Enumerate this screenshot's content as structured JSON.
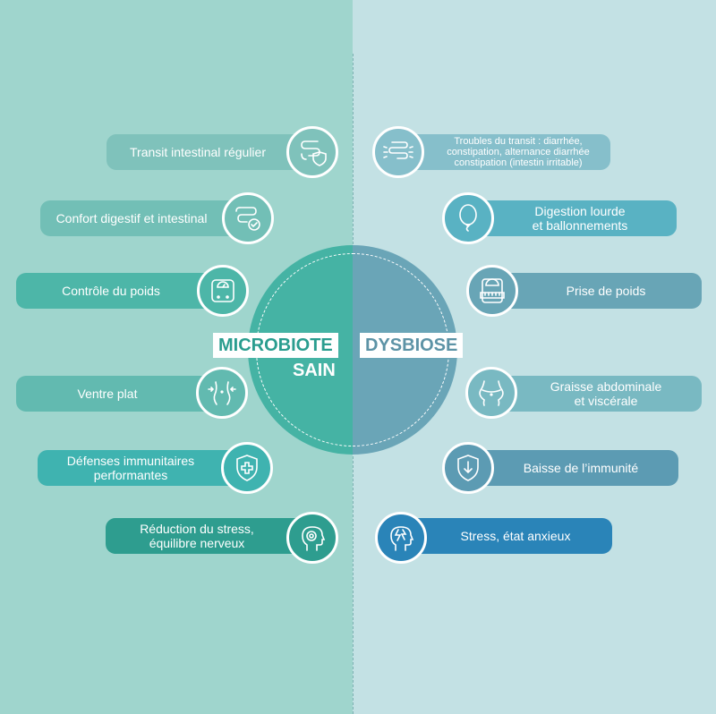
{
  "center": {
    "left_title_line1": "MICROBIOTE",
    "left_title_line2": "SAIN",
    "right_title": "DYSBIOSE"
  },
  "left_items": [
    {
      "label": "Transit intestinal régulier",
      "icon": "intestine-shield-icon",
      "color": "#7fc2bb"
    },
    {
      "label": "Confort digestif et intestinal",
      "icon": "intestine-check-icon",
      "color": "#72bfb6"
    },
    {
      "label": "Contrôle du poids",
      "icon": "scale-icon",
      "color": "#4db6a8"
    },
    {
      "label": "Ventre plat",
      "icon": "flat-belly-icon",
      "color": "#62bab0"
    },
    {
      "label": "Défenses immunitaires\nperformantes",
      "icon": "shield-cross-icon",
      "color": "#3fb3b0"
    },
    {
      "label": "Réduction du stress,\néquilibre nerveux",
      "icon": "calm-head-icon",
      "color": "#2e9d8f"
    }
  ],
  "right_items": [
    {
      "label": "Troubles du transit : diarrhée,\nconstipation, alternance diarrhée\nconstipation (intestin irritable)",
      "icon": "irritated-intestine-icon",
      "color": "#86bfcb"
    },
    {
      "label": "Digestion lourde\net ballonnements",
      "icon": "balloon-icon",
      "color": "#59b2c3"
    },
    {
      "label": "Prise de poids",
      "icon": "scale-tape-icon",
      "color": "#68a5b6"
    },
    {
      "label": "Graisse abdominale\net viscérale",
      "icon": "round-belly-icon",
      "color": "#79b9c2"
    },
    {
      "label": "Baisse de l’immunité",
      "icon": "shield-down-icon",
      "color": "#5c9bb3"
    },
    {
      "label": "Stress, état anxieux",
      "icon": "stressed-head-icon",
      "color": "#2a84b8"
    }
  ]
}
